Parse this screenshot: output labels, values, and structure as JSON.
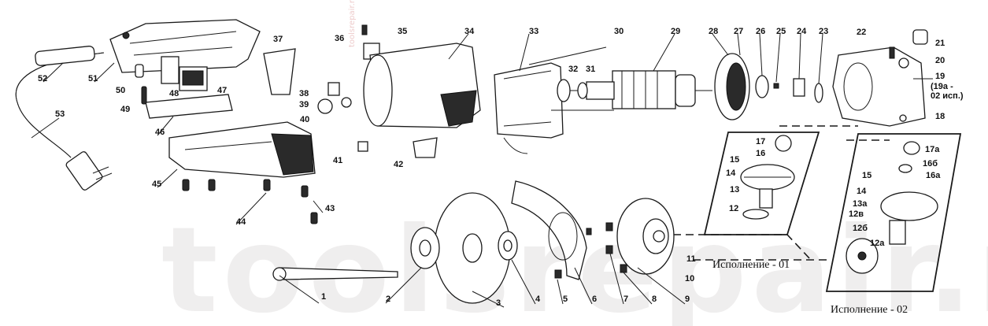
{
  "watermark": {
    "large_text": "toolsrepair.ru",
    "small_text": "toolsrepair.ru"
  },
  "captions": {
    "variant_01": "Исполнение - 01",
    "variant_02": "Исполнение - 02",
    "note_19": "(19а -",
    "note_19_line2": "02 исп.)"
  },
  "part_numbers": [
    "1",
    "2",
    "3",
    "4",
    "5",
    "6",
    "7",
    "8",
    "9",
    "10",
    "11",
    "12",
    "13",
    "14",
    "15",
    "16",
    "17",
    "18",
    "19",
    "20",
    "21",
    "22",
    "23",
    "24",
    "25",
    "26",
    "27",
    "28",
    "29",
    "30",
    "31",
    "32",
    "33",
    "34",
    "35",
    "36",
    "37",
    "38",
    "39",
    "40",
    "41",
    "42",
    "43",
    "44",
    "45",
    "46",
    "47",
    "48",
    "49",
    "50",
    "51",
    "52",
    "53",
    "17а",
    "16б",
    "16а",
    "15",
    "14",
    "13а",
    "12в",
    "12б",
    "12а"
  ]
}
